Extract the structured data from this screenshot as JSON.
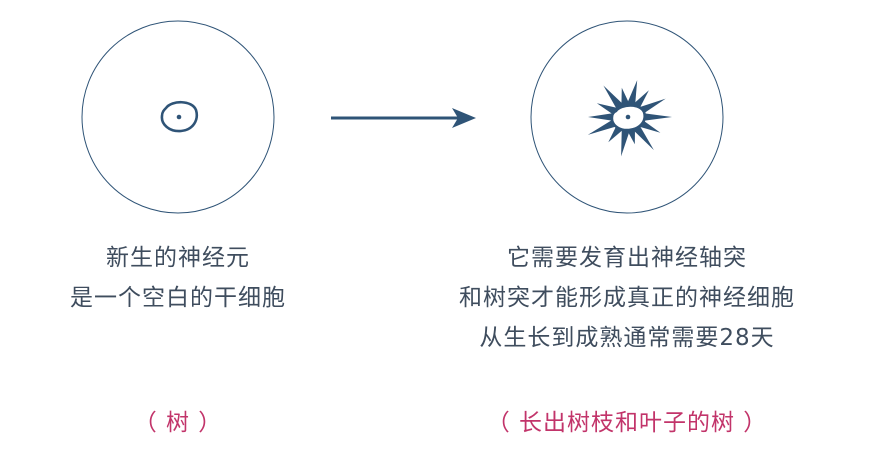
{
  "left": {
    "caption_lines": [
      "新生的神经元",
      "是一个空白的干细胞"
    ],
    "note": "（ 树 ）"
  },
  "right": {
    "caption_lines": [
      "它需要发育出神经轴突",
      "和树突才能形成真正的神经细胞",
      "从生长到成熟通常需要28天"
    ],
    "note": "（ 长出树枝和叶子的树 ）"
  },
  "colors": {
    "stroke": "#2f5477",
    "text": "#3f4d5e",
    "accent": "#c2346a"
  }
}
